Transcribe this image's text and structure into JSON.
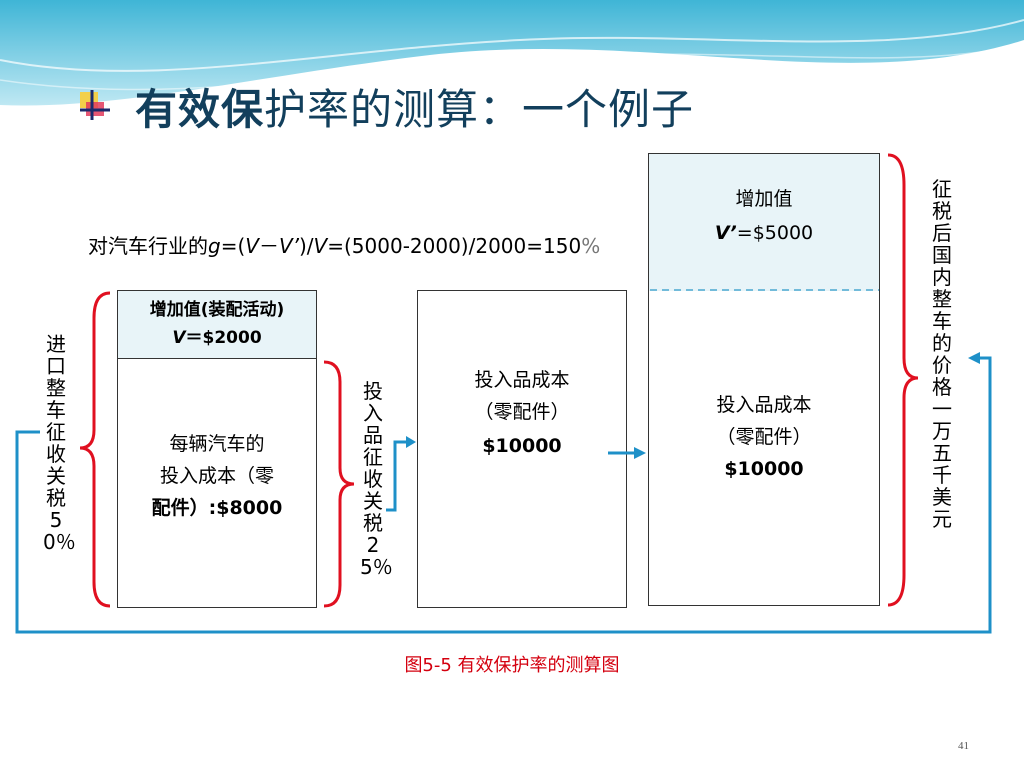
{
  "slide": {
    "title_bold": "有效保",
    "title_rest": "护率的测算：一个例子",
    "page_number": "41",
    "caption": "图5-5  有效保护率的测算图"
  },
  "formula": {
    "prefix": "对汽车行业的",
    "g": "g",
    "eq1": "=(",
    "v": "V",
    "minus": "－",
    "vprime": "V’",
    "close": ")/",
    "v2": "V",
    "tail": "=(5000-2000)/2000=150",
    "percent": "%"
  },
  "imported_car": {
    "top_line1": "增加值(装配活动)",
    "top_v": "V",
    "top_eq": "＝$2000",
    "body_line1": "每辆汽车的",
    "body_line2": "投入成本（零",
    "body_line3": "配件）:$8000",
    "side_label": "进口整车征收关税50％"
  },
  "parts_box": {
    "line1": "投入品成本",
    "line2": "（零配件）",
    "line3": "$10000",
    "side_label": "投入品征收关税25％"
  },
  "domestic_car": {
    "top_line1": "增加值",
    "top_v": "V’",
    "top_eq": "=$5000",
    "body_line1": "投入品成本",
    "body_line2": "（零配件）",
    "body_line3": "$10000",
    "side_label": "征税后国内整车的价格一万五千美元"
  },
  "colors": {
    "title": "#123f5c",
    "brace": "#e01020",
    "arrow": "#1e90c8",
    "caption": "#d4000f"
  }
}
